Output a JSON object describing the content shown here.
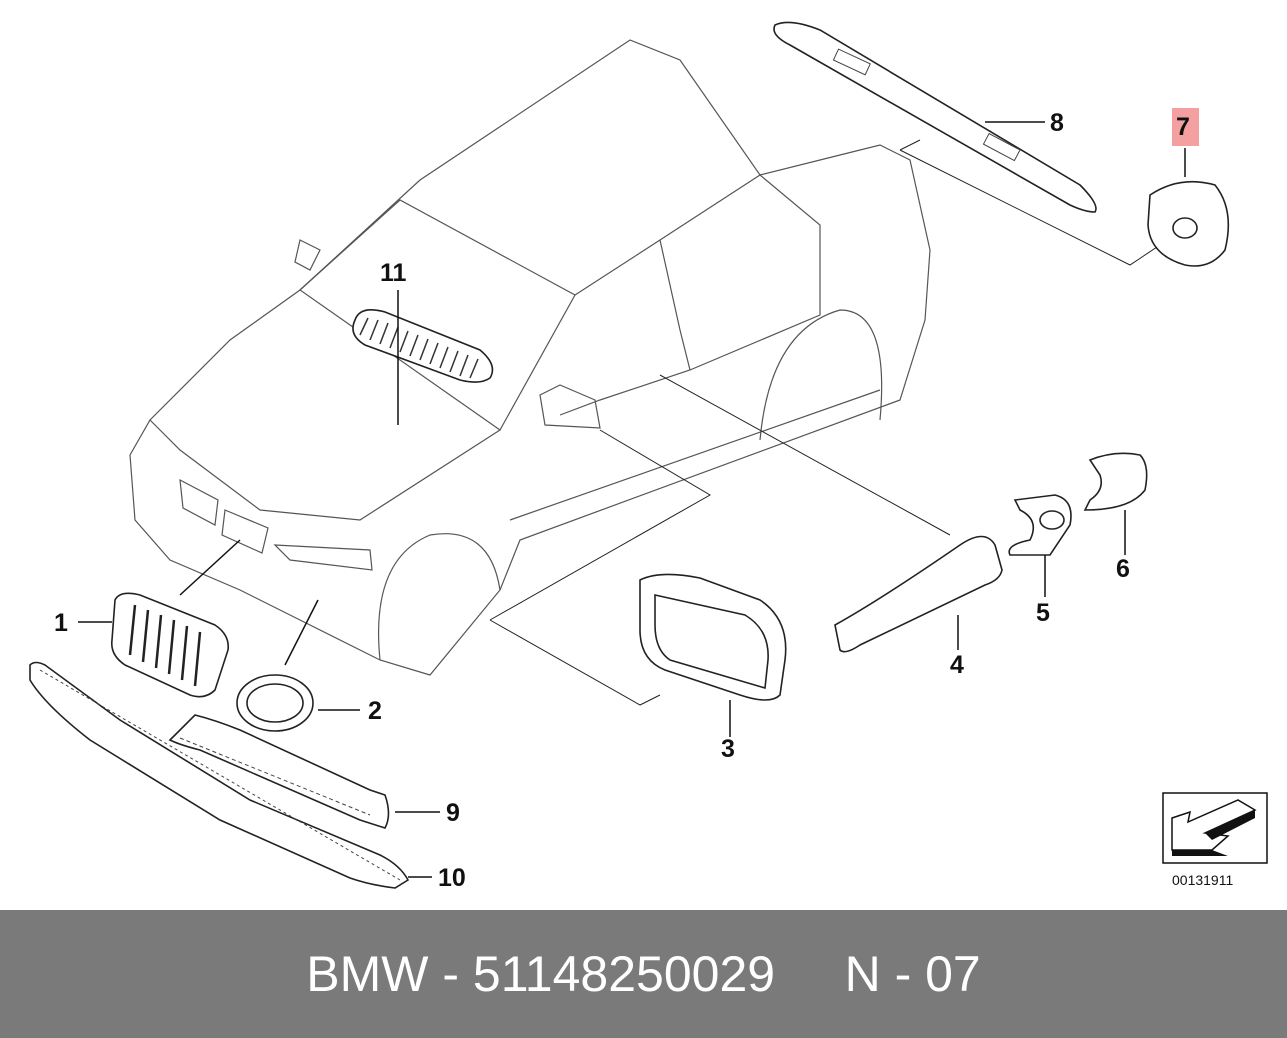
{
  "callouts": [
    {
      "id": "1",
      "label": "1"
    },
    {
      "id": "2",
      "label": "2"
    },
    {
      "id": "3",
      "label": "3"
    },
    {
      "id": "4",
      "label": "4"
    },
    {
      "id": "5",
      "label": "5"
    },
    {
      "id": "6",
      "label": "6"
    },
    {
      "id": "7",
      "label": "7"
    },
    {
      "id": "8",
      "label": "8"
    },
    {
      "id": "9",
      "label": "9"
    },
    {
      "id": "10",
      "label": "10"
    },
    {
      "id": "11",
      "label": "11"
    }
  ],
  "highlighted_callout": "7",
  "highlight_color": "#f4a0a0",
  "reference_code": "00131911",
  "footer": {
    "brand": "BMW",
    "separator": " - ",
    "part_number": "51148250029",
    "position_label": "N - 07"
  }
}
